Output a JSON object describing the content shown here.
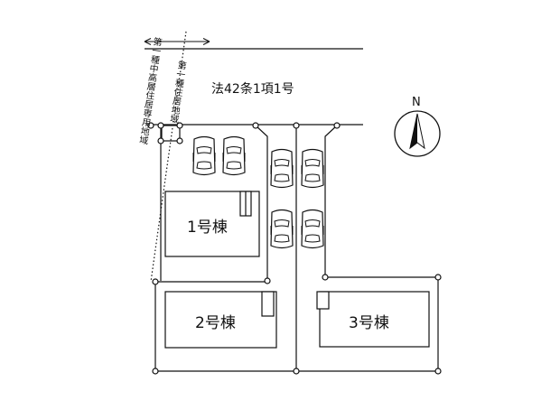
{
  "road_label": "法42条1項1号",
  "zones": {
    "left": "第一種中高層住居専用地域",
    "right": "第一種住居地域"
  },
  "compass": {
    "letter": "N"
  },
  "buildings": [
    {
      "label": "1号棟"
    },
    {
      "label": "2号棟"
    },
    {
      "label": "3号棟"
    }
  ],
  "parking_spaces": 6,
  "colors": {
    "line": "#111111",
    "background": "#ffffff"
  }
}
